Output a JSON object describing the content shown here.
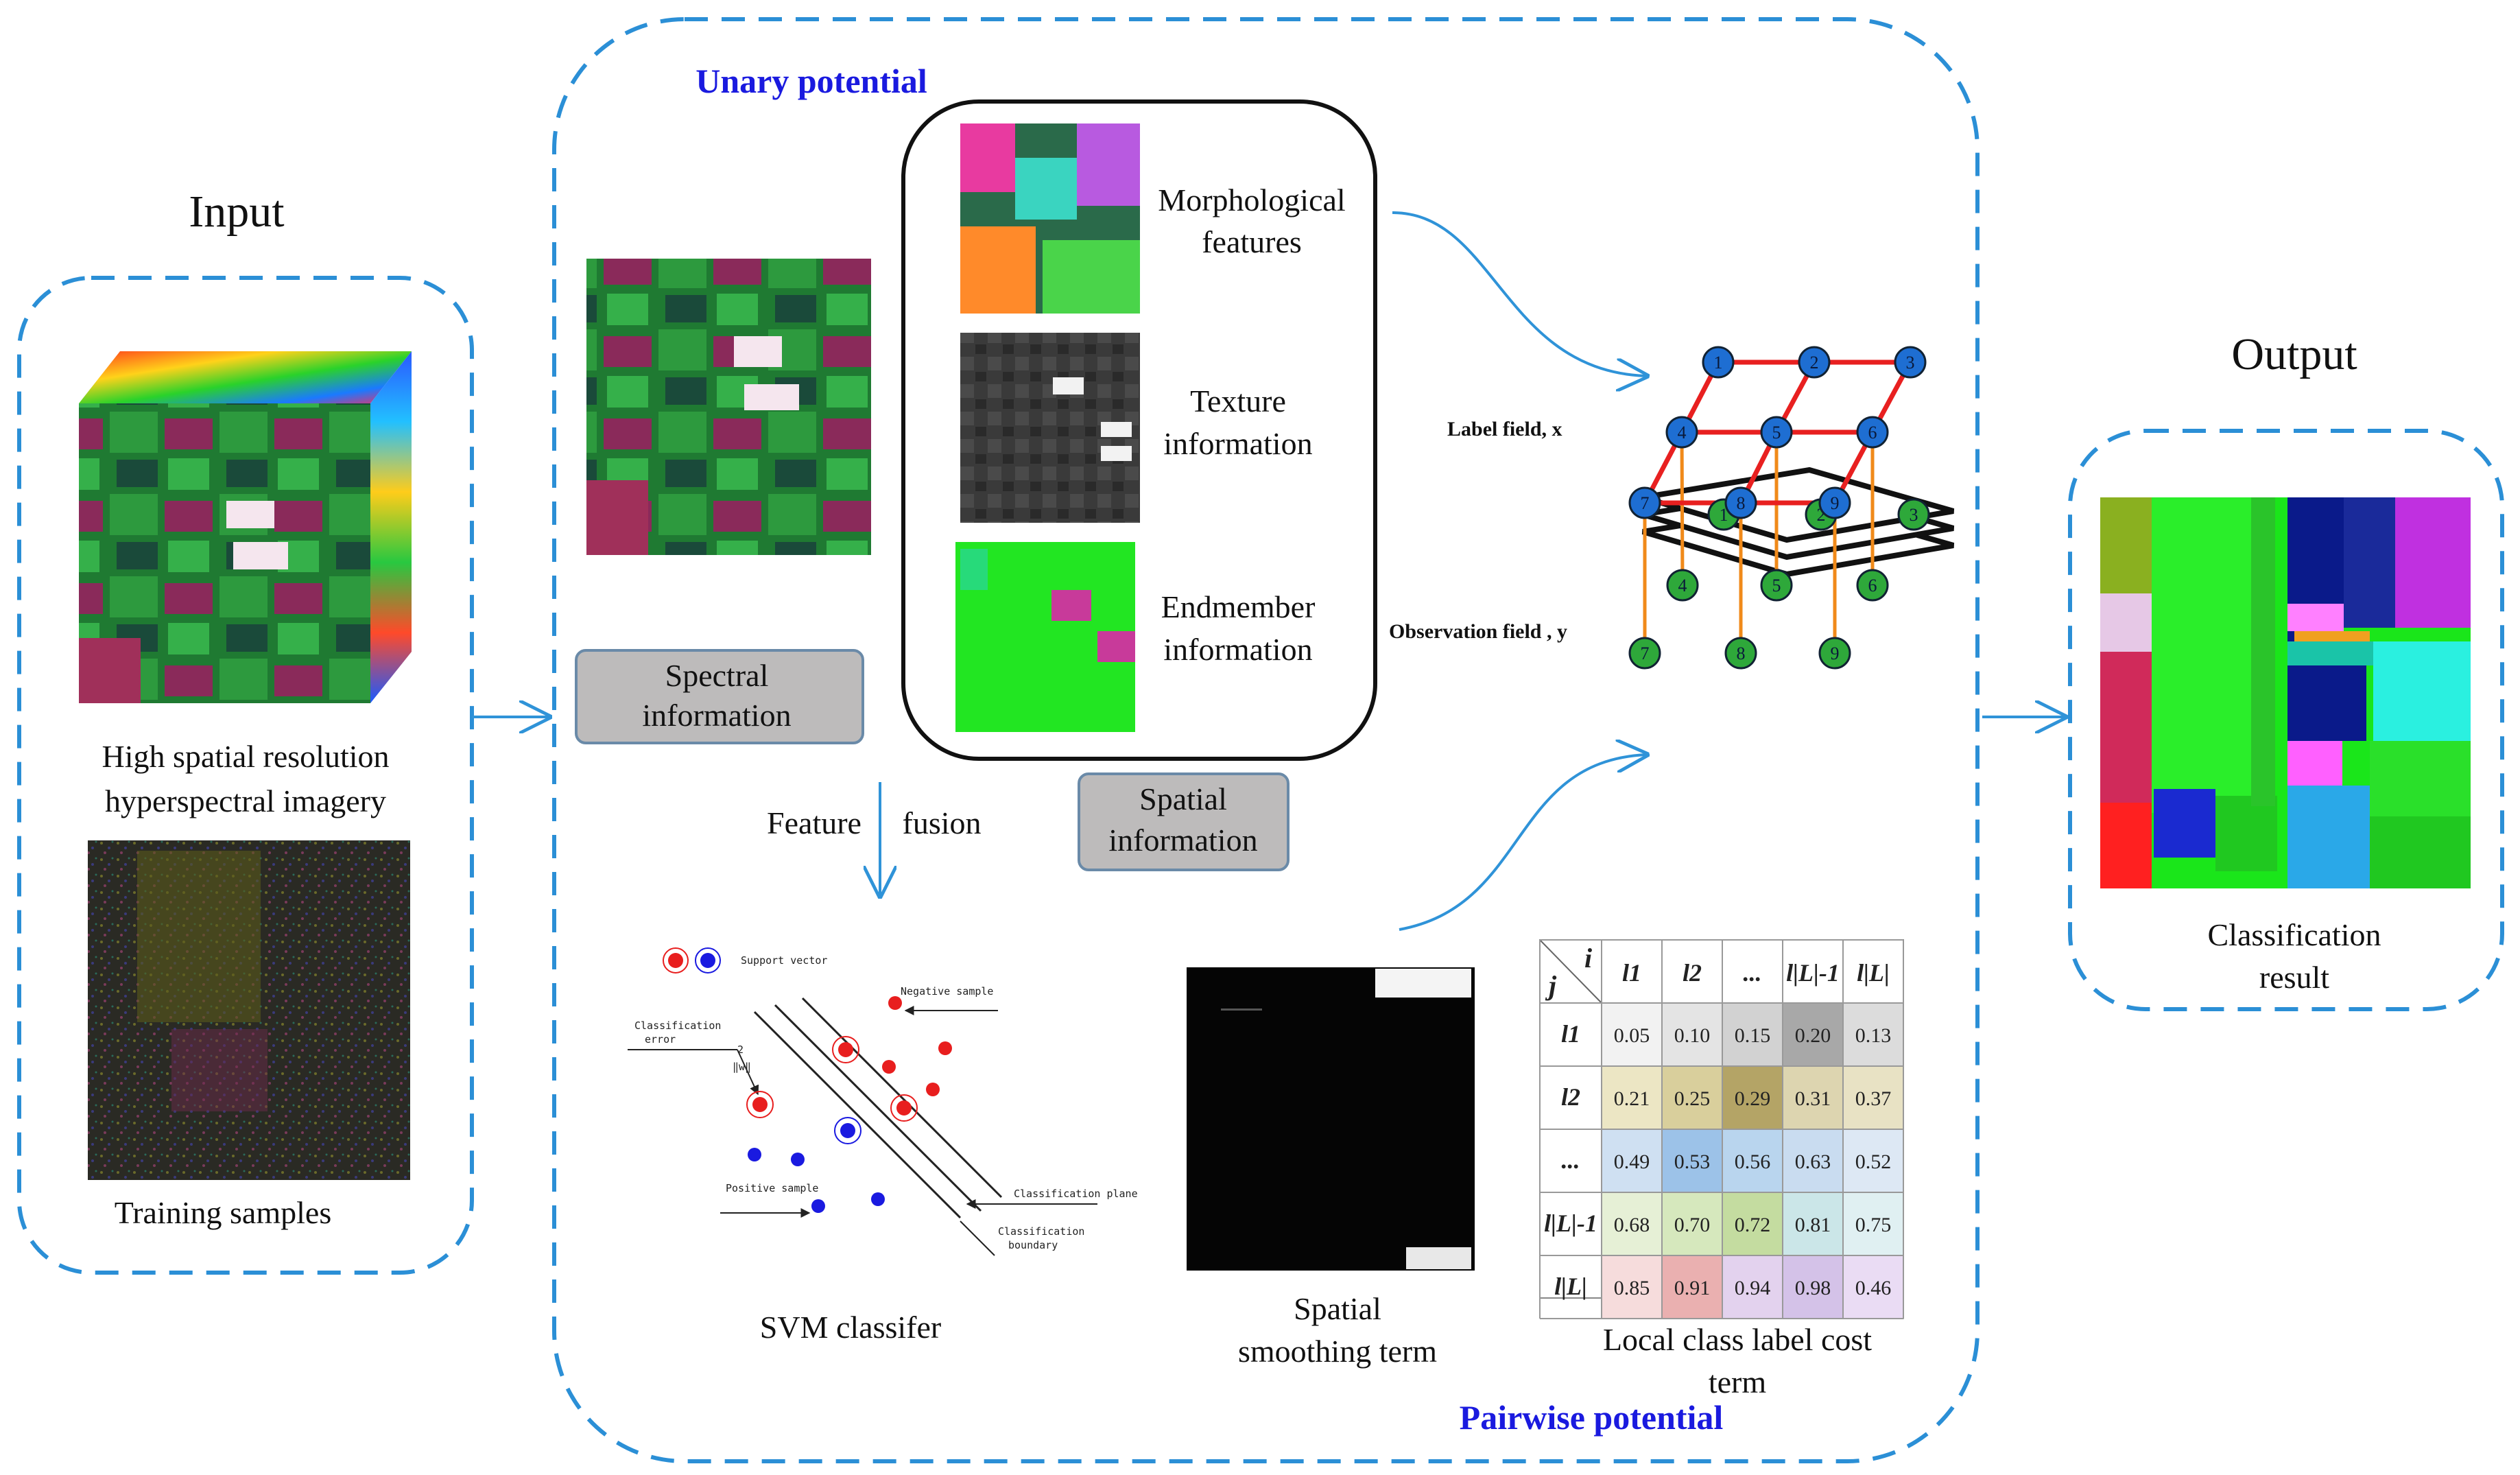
{
  "input": {
    "title": "Input",
    "image_caption": [
      "High spatial resolution",
      "hyperspectral imagery"
    ],
    "training_caption": "Training samples"
  },
  "output": {
    "title": "Output",
    "caption": [
      "Classification",
      "result"
    ]
  },
  "unary": {
    "title": "Unary potential",
    "spectral_label": [
      "Spectral",
      "information"
    ],
    "spatial_label": [
      "Spatial",
      "information"
    ],
    "features": [
      {
        "label": [
          "Morphological",
          "features"
        ]
      },
      {
        "label": [
          "Texture",
          "information"
        ]
      },
      {
        "label": [
          "Endmember",
          "information"
        ]
      }
    ],
    "fusion_label": [
      "Feature",
      "fusion"
    ],
    "svm_caption": "SVM classifer",
    "svm_annotations": {
      "support_vector": "Support vector",
      "negative_sample": "Negative sample",
      "classification_error": [
        "Classification",
        "error"
      ],
      "margin": [
        "2",
        "‖w‖"
      ],
      "positive_sample": "Positive sample",
      "classification_plane": "Classification plane",
      "classification_boundary": [
        "Classification",
        "boundary"
      ]
    }
  },
  "pairwise": {
    "title": "Pairwise potential",
    "smoothing_caption": [
      "Spatial",
      "smoothing term"
    ],
    "cost_caption": [
      "Local class label cost",
      "term"
    ]
  },
  "crf": {
    "label_field": "Label field, x",
    "observation_field": "Observation field , y",
    "label_nodes": [
      "1",
      "2",
      "3",
      "4",
      "5",
      "6",
      "7",
      "8",
      "9"
    ],
    "observation_nodes": [
      "1",
      "2",
      "3",
      "4",
      "5",
      "6",
      "7",
      "8",
      "9"
    ]
  },
  "cost_table": {
    "corner_i": "i",
    "corner_j": "j",
    "headers": [
      "l1",
      "l2",
      "...",
      "l|L|-1",
      "l|L|"
    ],
    "rows": [
      {
        "label": "l1",
        "values": [
          "0.05",
          "0.10",
          "0.15",
          "0.20",
          "0.13"
        ]
      },
      {
        "label": "l2",
        "values": [
          "0.21",
          "0.25",
          "0.29",
          "0.31",
          "0.37"
        ]
      },
      {
        "label": "...",
        "values": [
          "0.49",
          "0.53",
          "0.56",
          "0.63",
          "0.52"
        ]
      },
      {
        "label": "l|L|-1",
        "values": [
          "0.68",
          "0.70",
          "0.72",
          "0.81",
          "0.75"
        ]
      },
      {
        "label": "l|L|",
        "values": [
          "0.85",
          "0.91",
          "0.94",
          "0.98",
          "0.46"
        ]
      }
    ],
    "cell_colors": [
      [
        "#f2f2f2",
        "#e4e4e4",
        "#d2d2d2",
        "#a8a8a8",
        "#dcdcdc"
      ],
      [
        "#ece6c4",
        "#d9cf9c",
        "#b4a466",
        "#ddd5b0",
        "#e8e2c4"
      ],
      [
        "#cfe0f2",
        "#9cc2e8",
        "#b9d5ee",
        "#c9dcf0",
        "#dde8f4"
      ],
      [
        "#e6f0d6",
        "#d6e8bd",
        "#c4dca0",
        "#cbe6e8",
        "#e0f0f2"
      ],
      [
        "#f6dcdc",
        "#eab0b0",
        "#e3d2ee",
        "#d4c2e8",
        "#eadcf4"
      ]
    ]
  },
  "colors": {
    "dashed": "#2b8fd6",
    "arrow": "#2f93d8",
    "graph_edge": "#e82020",
    "graph_vertical": "#f08a1a",
    "node_blue": "#1e6ed2",
    "node_green": "#2ea83a",
    "title_blue": "#1a1adf",
    "gray_box": "#bdbbbb"
  }
}
